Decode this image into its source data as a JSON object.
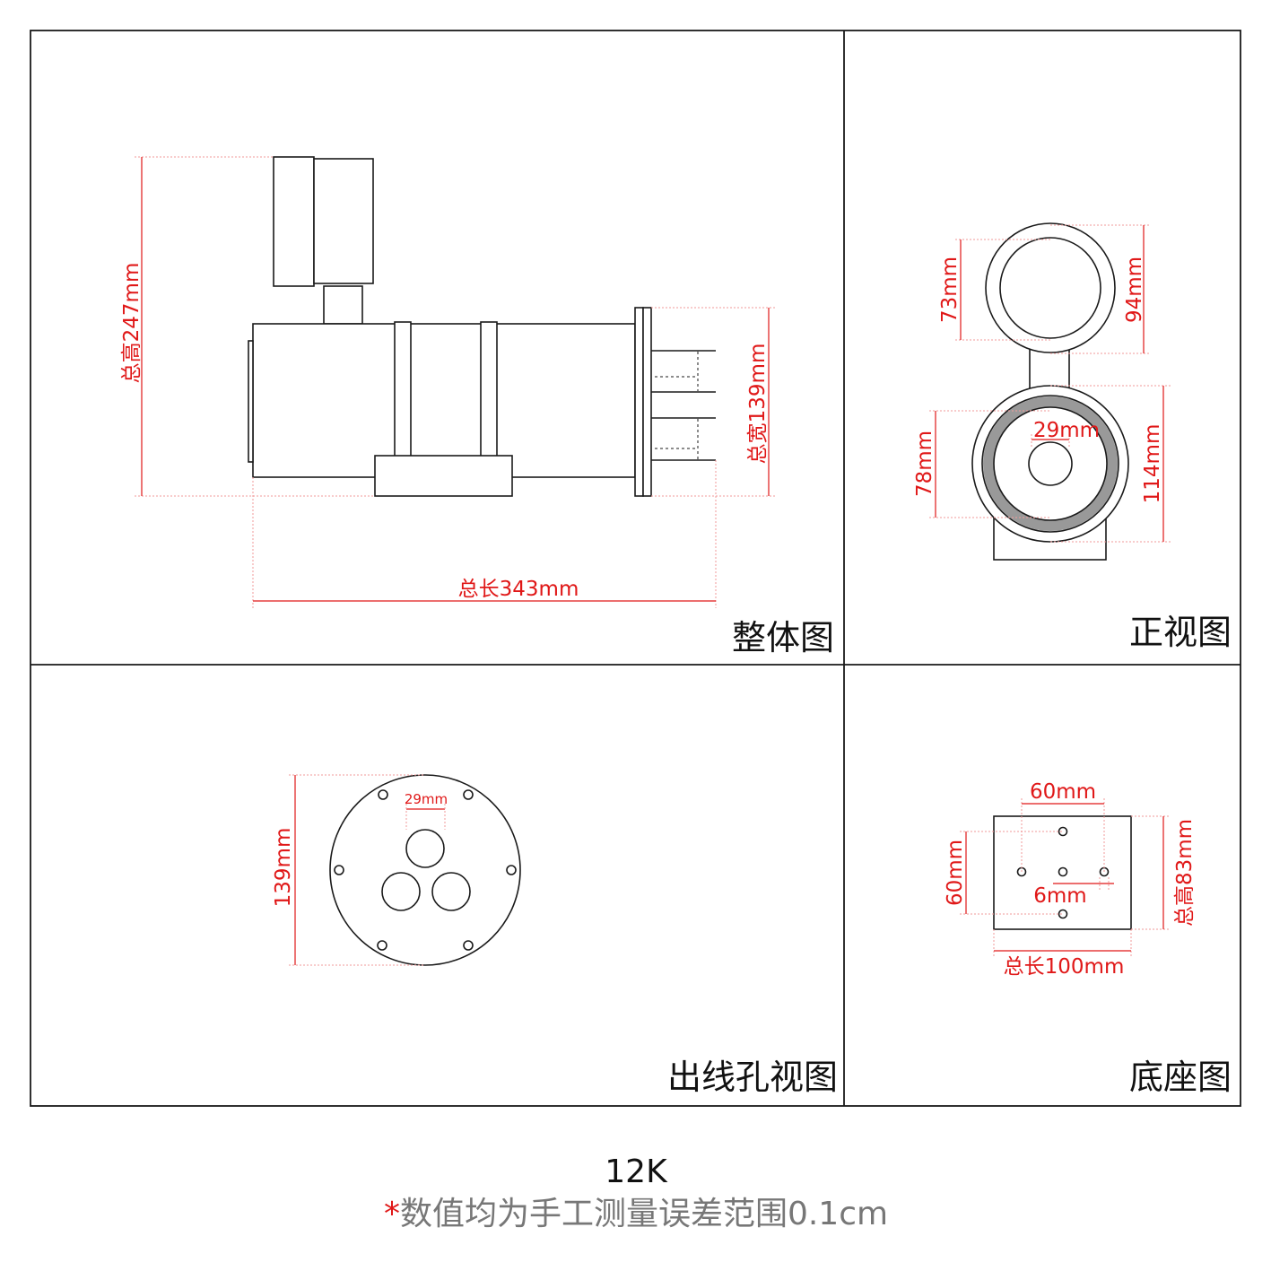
{
  "panels": {
    "overall": {
      "label": "整体图",
      "height": "总高247mm",
      "width": "总宽139mm",
      "length": "总长343mm"
    },
    "front": {
      "label": "正视图",
      "dim_73": "73mm",
      "dim_94": "94mm",
      "dim_78": "78mm",
      "dim_114": "114mm",
      "dim_29": "29mm"
    },
    "outlet": {
      "label": "出线孔视图",
      "dim_139": "139mm",
      "dim_29": "29mm"
    },
    "base": {
      "label": "底座图",
      "dim_60_top": "60mm",
      "dim_60_left": "60mm",
      "dim_6": "6mm",
      "height": "总高83mm",
      "length": "总长100mm"
    }
  },
  "footer": {
    "model": "12K",
    "note_star": "*",
    "note_text": "数值均为手工测量误差范围0.1cm"
  },
  "colors": {
    "dimension": "#e01818",
    "line": "#1a1a1a",
    "ring": "#999999",
    "note": "#777777"
  }
}
